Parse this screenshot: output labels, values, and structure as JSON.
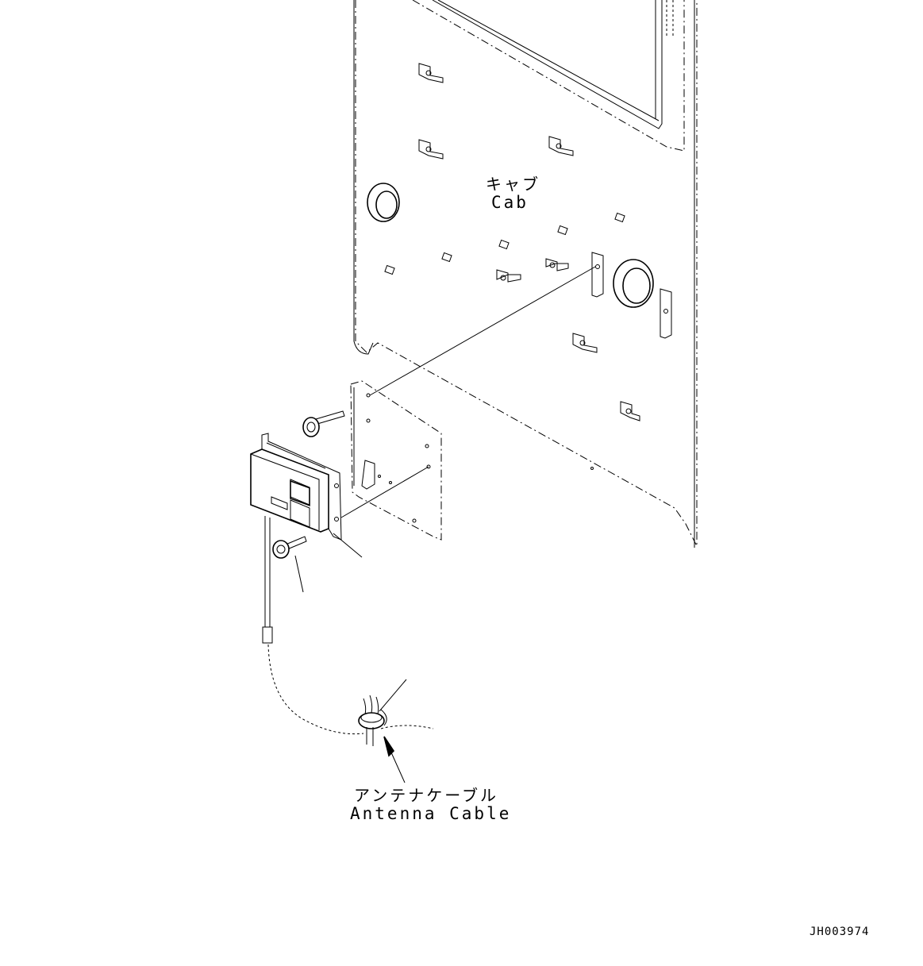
{
  "labels": {
    "cab_jp": "キャブ",
    "cab_en": "Cab",
    "antenna_jp": "アンテナケーブル",
    "antenna_en": "Antenna Cable"
  },
  "drawing_code": "JH003974",
  "icons": [
    "cab-panel",
    "mounting-bracket",
    "controller-box",
    "bolt",
    "cable-clamp",
    "antenna-cable",
    "leader-line"
  ]
}
